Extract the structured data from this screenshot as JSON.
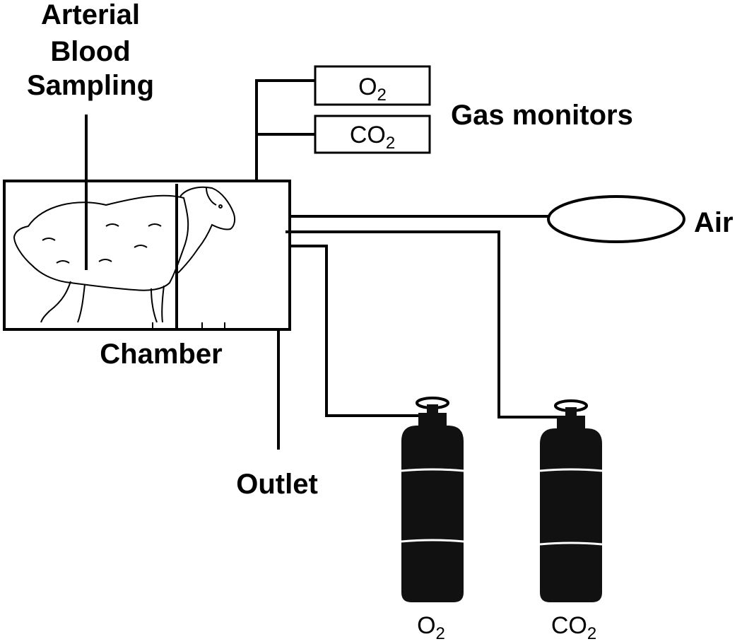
{
  "labels": {
    "arterial_line1": "Arterial",
    "arterial_line2": "Blood",
    "arterial_line3": "Sampling",
    "gas_monitors": "Gas monitors",
    "air": "Air",
    "chamber": "Chamber",
    "outlet": "Outlet"
  },
  "monitors": {
    "o2": {
      "main": "O",
      "sub": "2"
    },
    "co2": {
      "main": "CO",
      "sub": "2"
    }
  },
  "cylinders": {
    "o2": {
      "main": "O",
      "sub": "2"
    },
    "co2": {
      "main": "CO",
      "sub": "2"
    }
  },
  "icons": {
    "animal": "sheep-icon",
    "air_bag": "air-bag-icon",
    "cylinder": "gas-cylinder-icon"
  },
  "colors": {
    "line": "#000000",
    "cylinder_body": "#111111",
    "cylinder_band": "#ffffff"
  }
}
